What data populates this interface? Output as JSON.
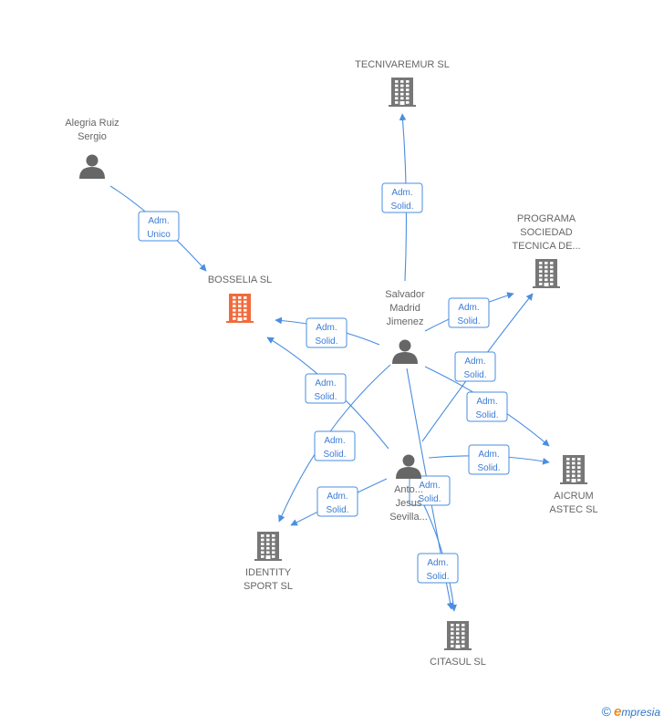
{
  "colors": {
    "edge": "#4a8ee0",
    "company": "#777777",
    "focus_company": "#f26a3c",
    "person": "#666666"
  },
  "nodes": [
    {
      "id": "tecnivaremur",
      "kind": "company",
      "label": [
        "TECNIVAREMUR SL"
      ]
    },
    {
      "id": "alegria",
      "kind": "person",
      "label": [
        "Alegria Ruiz",
        "Sergio"
      ]
    },
    {
      "id": "programa",
      "kind": "company",
      "label": [
        "PROGRAMA",
        "SOCIEDAD",
        "TECNICA DE..."
      ]
    },
    {
      "id": "bosselia",
      "kind": "company-focus",
      "label": [
        "BOSSELIA SL"
      ]
    },
    {
      "id": "salvador",
      "kind": "person",
      "label": [
        "Salvador",
        "Madrid",
        "Jimenez"
      ]
    },
    {
      "id": "antonio",
      "kind": "person",
      "label": [
        "Anto...",
        "Jesus",
        "Sevilla..."
      ]
    },
    {
      "id": "aicrum",
      "kind": "company",
      "label": [
        "AICRUM",
        "ASTEC SL"
      ]
    },
    {
      "id": "identity",
      "kind": "company",
      "label": [
        "IDENTITY",
        "SPORT SL"
      ]
    },
    {
      "id": "citasul",
      "kind": "company",
      "label": [
        "CITASUL SL"
      ]
    }
  ],
  "edges": [
    {
      "from": "alegria",
      "to": "bosselia",
      "label": [
        "Adm.",
        "Unico"
      ]
    },
    {
      "from": "salvador",
      "to": "tecnivaremur",
      "label": [
        "Adm.",
        "Solid."
      ]
    },
    {
      "from": "salvador",
      "to": "programa",
      "label": [
        "Adm.",
        "Solid."
      ]
    },
    {
      "from": "salvador",
      "to": "bosselia",
      "label": [
        "Adm.",
        "Solid."
      ]
    },
    {
      "from": "salvador",
      "to": "aicrum",
      "label": [
        "Adm.",
        "Solid."
      ]
    },
    {
      "from": "salvador",
      "to": "identity",
      "label": [
        "Adm.",
        "Solid."
      ]
    },
    {
      "from": "salvador",
      "to": "citasul",
      "label": [
        "Adm.",
        "Solid."
      ]
    },
    {
      "from": "antonio",
      "to": "bosselia",
      "label": [
        "Adm.",
        "Solid."
      ]
    },
    {
      "from": "antonio",
      "to": "programa",
      "label": [
        "Adm.",
        "Solid."
      ]
    },
    {
      "from": "antonio",
      "to": "aicrum",
      "label": [
        "Adm.",
        "Solid."
      ]
    },
    {
      "from": "antonio",
      "to": "identity",
      "label": [
        "Adm.",
        "Solid."
      ]
    },
    {
      "from": "antonio",
      "to": "citasul",
      "label": [
        "Adm.",
        "Solid."
      ]
    }
  ],
  "footer": {
    "copyright_symbol": "©",
    "brand_initial": "e",
    "brand_rest": "mpresia"
  }
}
